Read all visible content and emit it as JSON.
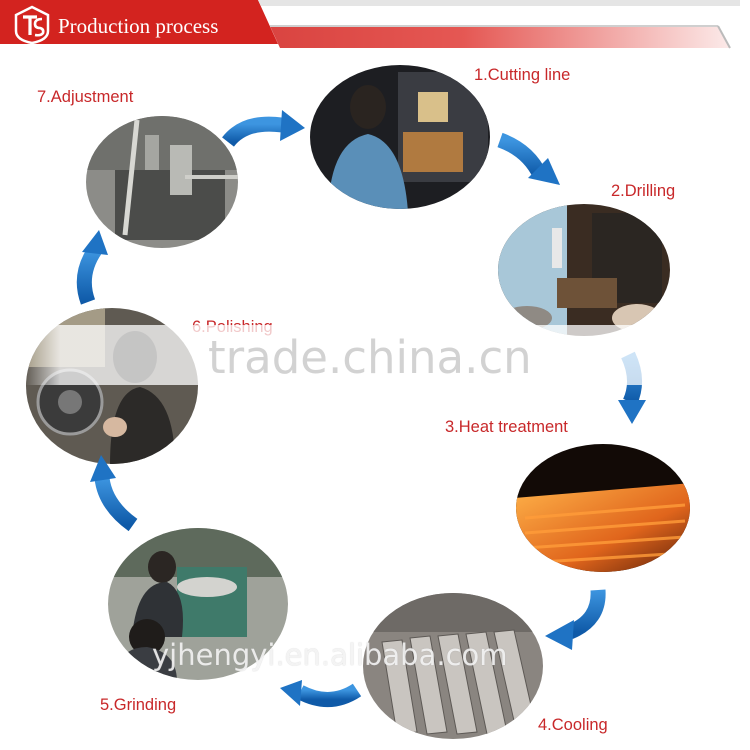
{
  "header": {
    "title": "Production process",
    "colors": {
      "banner": "#d3231f",
      "banner_light": "#f6d3d2",
      "stripe": "#c9c9c9"
    }
  },
  "steps": [
    {
      "label": "1.Cutting line"
    },
    {
      "label": "2.Drilling"
    },
    {
      "label": "3.Heat treatment"
    },
    {
      "label": "4.Cooling"
    },
    {
      "label": "5.Grinding"
    },
    {
      "label": "6.Polishing"
    },
    {
      "label": "7.Adjustment"
    }
  ],
  "watermarks": {
    "center": "trade.china.cn",
    "bottom": "yjhengyi.en.alibaba.com"
  },
  "colors": {
    "label": "#c8282a",
    "arrow": "#1f73c4",
    "arrow_dark": "#0d4d94"
  }
}
